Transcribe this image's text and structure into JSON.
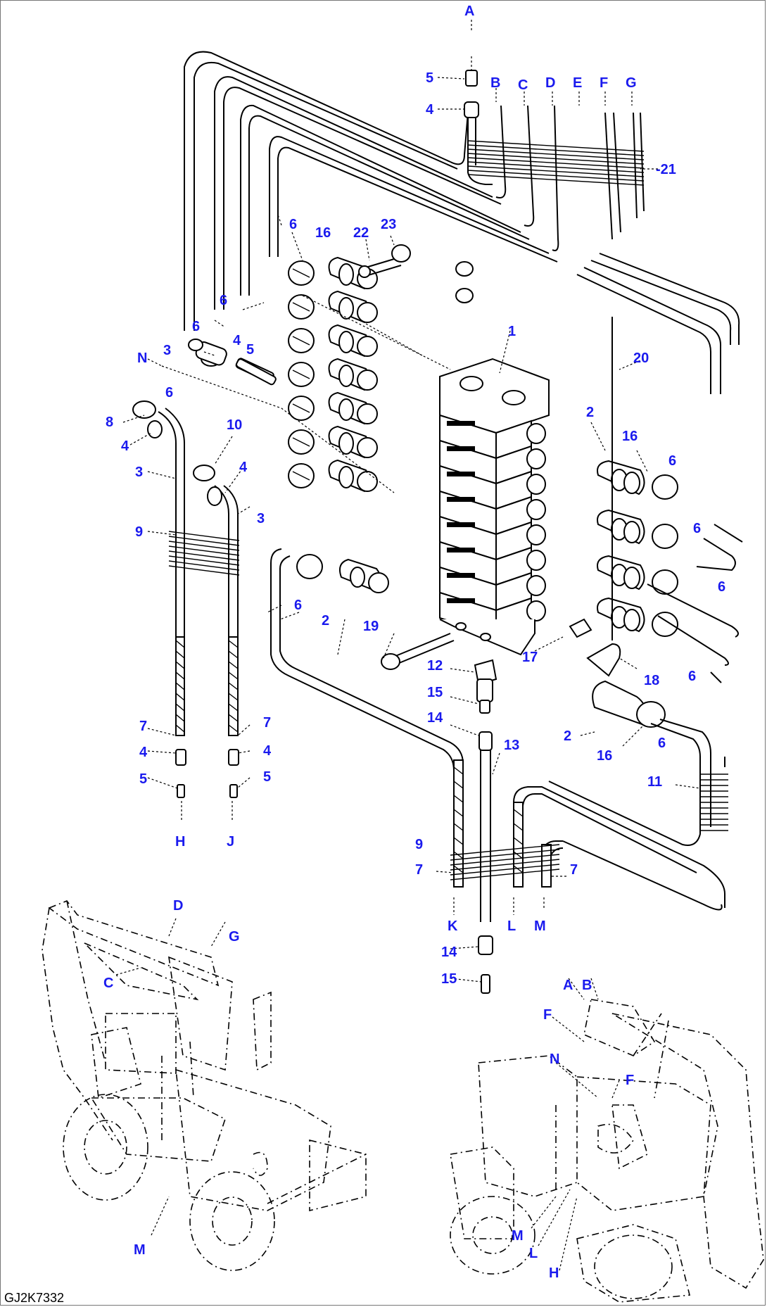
{
  "diagram": {
    "drawing_code": "GJ2K7332",
    "callouts": {
      "a": "A",
      "b": "B",
      "c": "C",
      "d": "D",
      "e": "E",
      "f": "F",
      "g": "G",
      "h": "H",
      "j": "J",
      "k": "K",
      "l": "L",
      "m": "M",
      "n": "N",
      "p1": "1",
      "p2": "2",
      "p3": "3",
      "p4": "4",
      "p5": "5",
      "p6": "6",
      "p7": "7",
      "p8": "8",
      "p9": "9",
      "p10": "10",
      "p11": "11",
      "p12": "12",
      "p13": "13",
      "p14": "14",
      "p15": "15",
      "p16": "16",
      "p17": "17",
      "p18": "18",
      "p19": "19",
      "p20": "20",
      "p21": "-21",
      "p22": "22",
      "p23": "23"
    }
  }
}
